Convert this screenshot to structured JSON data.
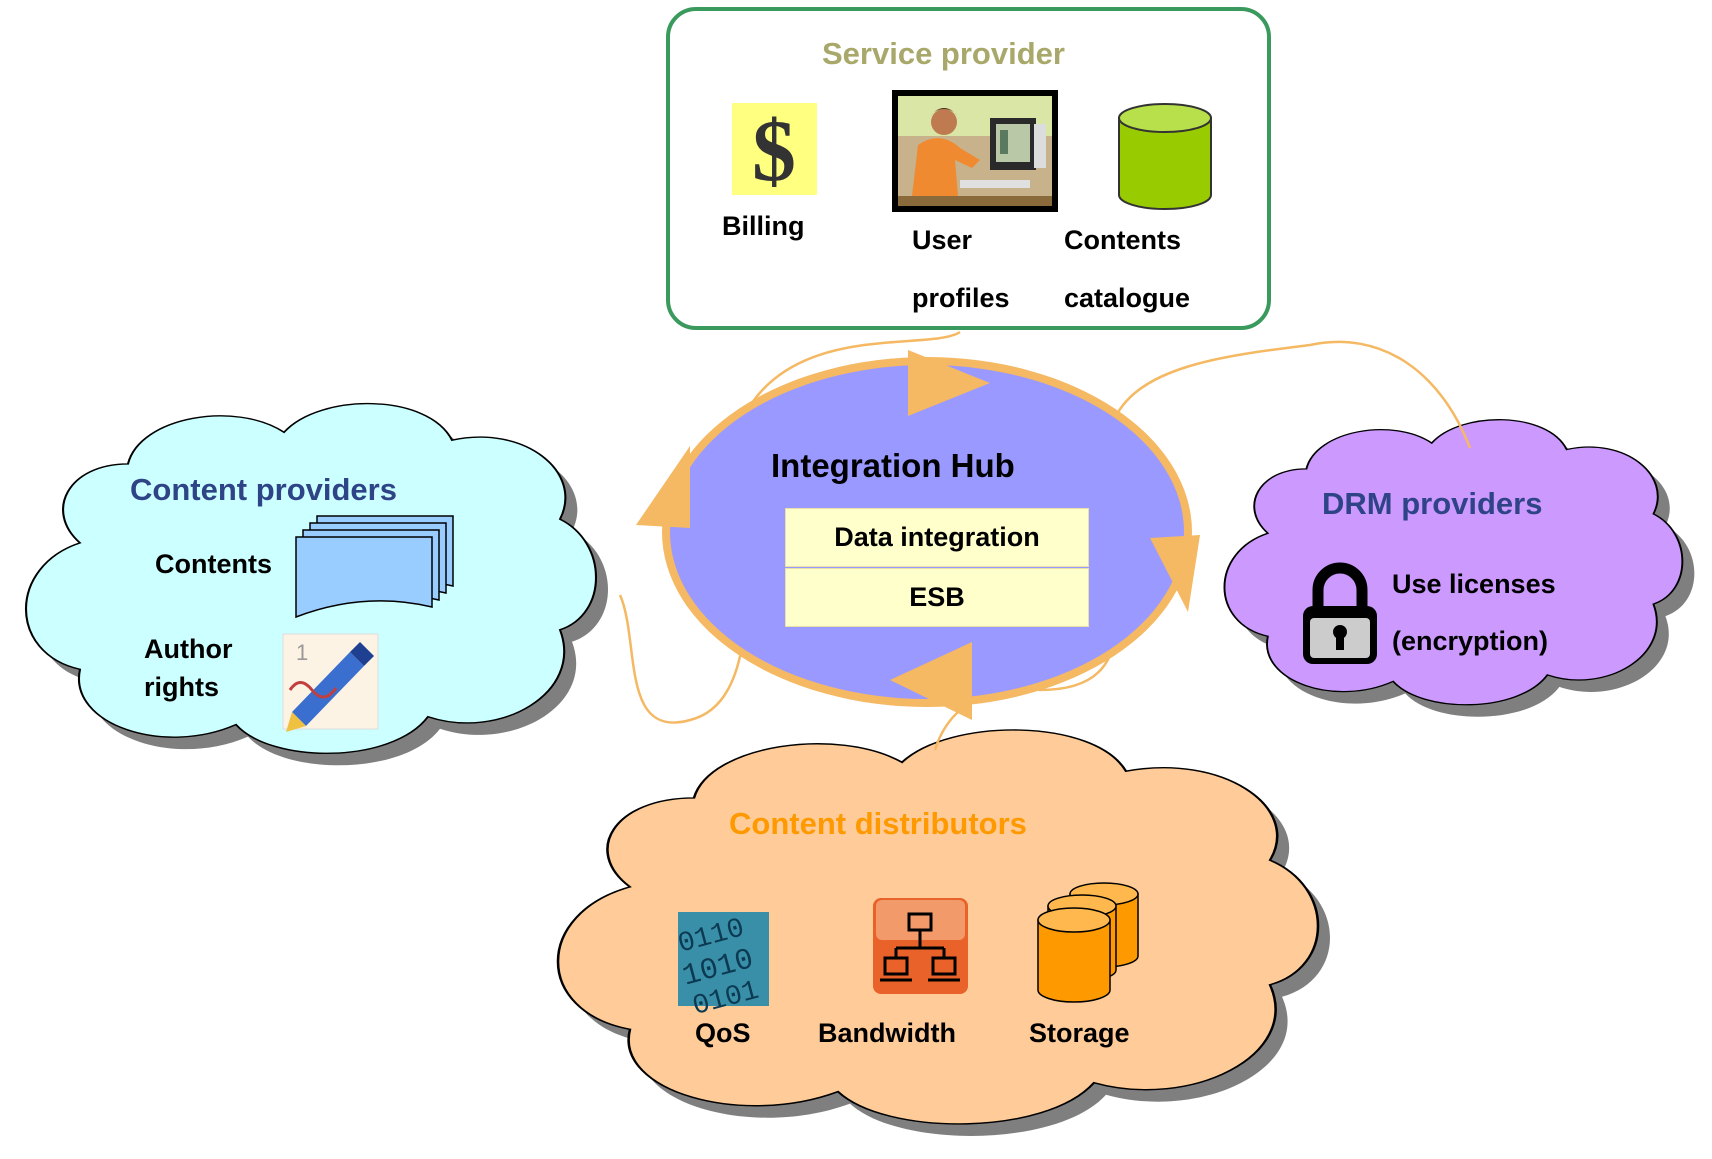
{
  "service_provider": {
    "title": "Service provider",
    "title_color": "#a8a86a",
    "items": {
      "billing": {
        "label": "Billing",
        "icon": "dollar-icon"
      },
      "user_profiles": {
        "label_line1": "User",
        "label_line2": "profiles",
        "icon": "user-at-computer-icon"
      },
      "contents_catalogue": {
        "label_line1": "Contents",
        "label_line2": "catalogue",
        "icon": "database-cylinder-icon"
      }
    }
  },
  "hub": {
    "title": "Integration Hub",
    "layers": [
      "Data integration",
      "ESB"
    ]
  },
  "content_providers": {
    "title": "Content providers",
    "title_color": "#2e4486",
    "items": {
      "contents": {
        "label": "Contents",
        "icon": "documents-stack-icon"
      },
      "author_rights": {
        "label_line1": "Author",
        "label_line2": "rights",
        "icon": "pen-signature-icon"
      }
    }
  },
  "drm_providers": {
    "title": "DRM providers",
    "title_color": "#2e4486",
    "items": {
      "use_licenses": {
        "label_line1": "Use licenses",
        "label_line2": "(encryption)",
        "icon": "padlock-icon"
      }
    }
  },
  "content_distributors": {
    "title": "Content distributors",
    "title_color": "#ff9900",
    "items": {
      "qos": {
        "label": "QoS",
        "icon": "binary-data-icon"
      },
      "bandwidth": {
        "label": "Bandwidth",
        "icon": "network-icon"
      },
      "storage": {
        "label": "Storage",
        "icon": "storage-cylinders-icon"
      }
    }
  },
  "colors": {
    "hub_fill": "#9999ff",
    "hub_ring": "#f5b863",
    "provider_cloud": "#ccffff",
    "drm_cloud": "#cc99ff",
    "distributor_cloud": "#ffcc99",
    "service_border": "#3a9a5e"
  }
}
